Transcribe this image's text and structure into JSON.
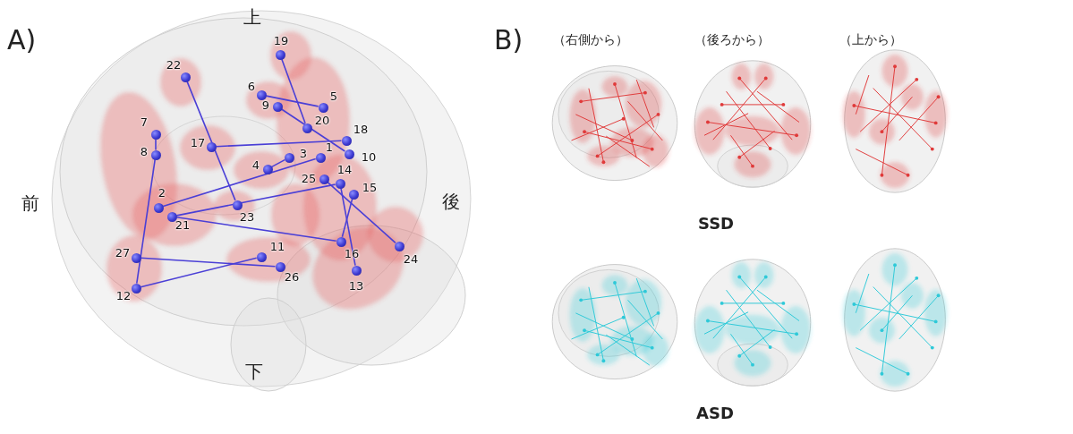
{
  "diagram": {
    "nodes": [
      {
        "text": [
          "1"
        ]
      },
      {
        "text": [
          "2"
        ]
      },
      {
        "text": [
          "3"
        ]
      },
      {
        "text": [
          "4"
        ]
      },
      {
        "text": [
          "5"
        ]
      },
      {
        "text": [
          "6"
        ]
      },
      {
        "text": [
          "7"
        ]
      },
      {
        "text": [
          "8"
        ]
      },
      {
        "text": [
          "9"
        ]
      },
      {
        "text": [
          "10"
        ]
      },
      {
        "text": [
          "11"
        ]
      },
      {
        "text": [
          "12"
        ]
      },
      {
        "text": [
          "13"
        ]
      },
      {
        "text": [
          "14"
        ]
      },
      {
        "text": [
          "15"
        ]
      },
      {
        "text": [
          "16"
        ]
      },
      {
        "text": [
          "17"
        ]
      },
      {
        "text": [
          "18"
        ]
      },
      {
        "text": [
          "19"
        ]
      },
      {
        "text": [
          "20"
        ]
      },
      {
        "text": [
          "21"
        ]
      },
      {
        "text": [
          "22"
        ]
      },
      {
        "text": [
          "23"
        ]
      },
      {
        "text": [
          "24"
        ]
      },
      {
        "text": [
          "25"
        ]
      },
      {
        "text": [
          "26"
        ]
      },
      {
        "text": [
          "27"
        ]
      }
    ],
    "edges": [
      {
        "from": 18,
        "to": 19,
        "arrow": "none"
      },
      {
        "from": 5,
        "to": 4,
        "arrow": "none"
      },
      {
        "from": 8,
        "to": 9,
        "arrow": "none"
      },
      {
        "from": 16,
        "to": 17,
        "arrow": "none"
      },
      {
        "from": 6,
        "to": 7,
        "arrow": "none"
      },
      {
        "from": 7,
        "to": 11,
        "arrow": "none"
      },
      {
        "from": 21,
        "to": 22,
        "arrow": "none"
      },
      {
        "from": 1,
        "to": 0,
        "arrow": "none"
      },
      {
        "from": 3,
        "to": 2,
        "arrow": "none"
      },
      {
        "from": 20,
        "to": 13,
        "arrow": "none"
      },
      {
        "from": 20,
        "to": 15,
        "arrow": "none"
      },
      {
        "from": 11,
        "to": 10,
        "arrow": "none"
      },
      {
        "from": 26,
        "to": 25,
        "arrow": "none"
      },
      {
        "from": 13,
        "to": 12,
        "arrow": "none"
      },
      {
        "from": 24,
        "to": 23,
        "arrow": "none"
      },
      {
        "from": 14,
        "to": 15,
        "arrow": "none"
      }
    ],
    "labels": [
      "A)",
      "上",
      "前",
      "後",
      "下",
      "B)",
      "（右側から）",
      "（後ろから）",
      "（上から）",
      "SSD",
      "ASD"
    ]
  }
}
